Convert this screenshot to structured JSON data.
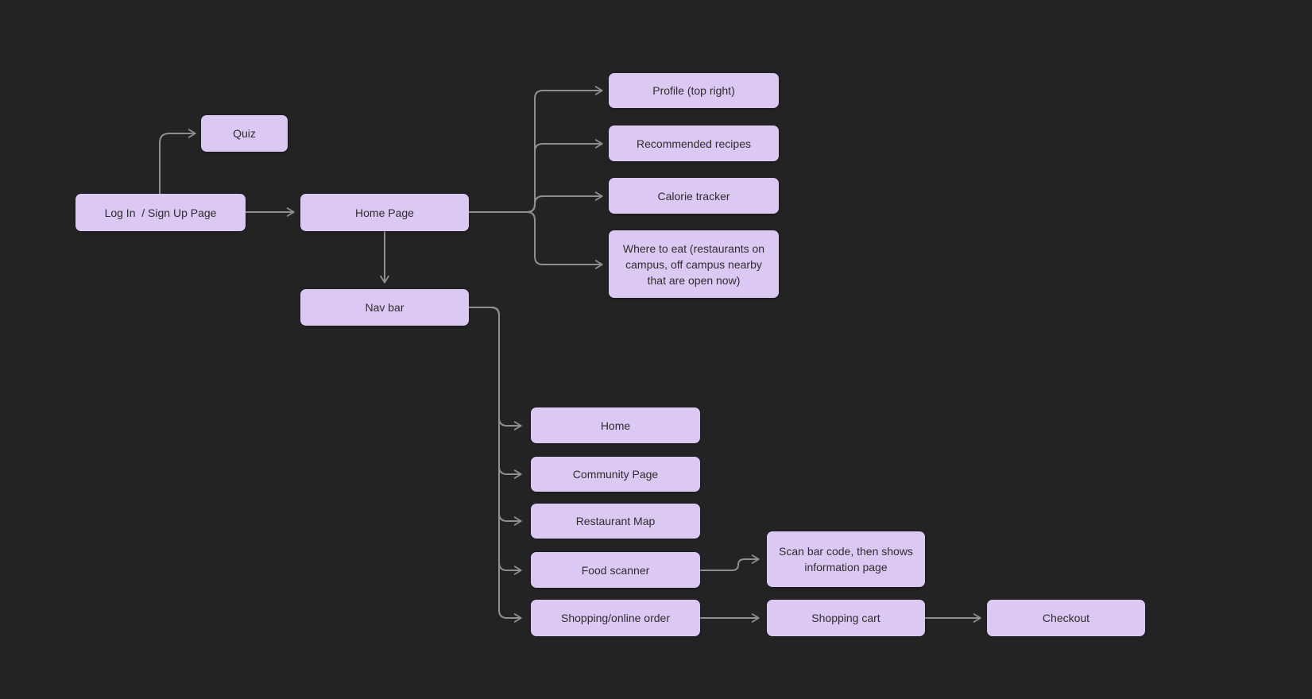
{
  "app": {
    "kind": "flowchart-canvas",
    "background_color": "#232323",
    "node_fill_color": "#dbc9f4",
    "node_text_color": "#2d2d2d",
    "connector_color": "#8f8f8f"
  },
  "nodes": {
    "quiz": {
      "label": "Quiz"
    },
    "login": {
      "label": "Log In  / Sign Up Page"
    },
    "home_page": {
      "label": "Home Page"
    },
    "profile": {
      "label": "Profile (top right)"
    },
    "recommended_recipes": {
      "label": "Recommended recipes"
    },
    "calorie_tracker": {
      "label": "Calorie tracker"
    },
    "where_to_eat": {
      "label": "Where to eat (restaurants on campus, off campus nearby that are open now)"
    },
    "nav_bar": {
      "label": "Nav bar"
    },
    "home": {
      "label": "Home"
    },
    "community_page": {
      "label": "Community Page"
    },
    "restaurant_map": {
      "label": "Restaurant Map"
    },
    "food_scanner": {
      "label": "Food scanner"
    },
    "shopping_online_order": {
      "label": "Shopping/online order"
    },
    "scan_bar_code": {
      "label": "Scan bar code, then shows information page"
    },
    "shopping_cart": {
      "label": "Shopping cart"
    },
    "checkout": {
      "label": "Checkout"
    }
  },
  "edges": [
    {
      "from": "login",
      "to": "quiz"
    },
    {
      "from": "login",
      "to": "home_page"
    },
    {
      "from": "home_page",
      "to": "profile"
    },
    {
      "from": "home_page",
      "to": "recommended_recipes"
    },
    {
      "from": "home_page",
      "to": "calorie_tracker"
    },
    {
      "from": "home_page",
      "to": "where_to_eat"
    },
    {
      "from": "home_page",
      "to": "nav_bar"
    },
    {
      "from": "nav_bar",
      "to": "home"
    },
    {
      "from": "nav_bar",
      "to": "community_page"
    },
    {
      "from": "nav_bar",
      "to": "restaurant_map"
    },
    {
      "from": "nav_bar",
      "to": "food_scanner"
    },
    {
      "from": "nav_bar",
      "to": "shopping_online_order"
    },
    {
      "from": "food_scanner",
      "to": "scan_bar_code"
    },
    {
      "from": "shopping_online_order",
      "to": "shopping_cart"
    },
    {
      "from": "shopping_cart",
      "to": "checkout"
    }
  ]
}
